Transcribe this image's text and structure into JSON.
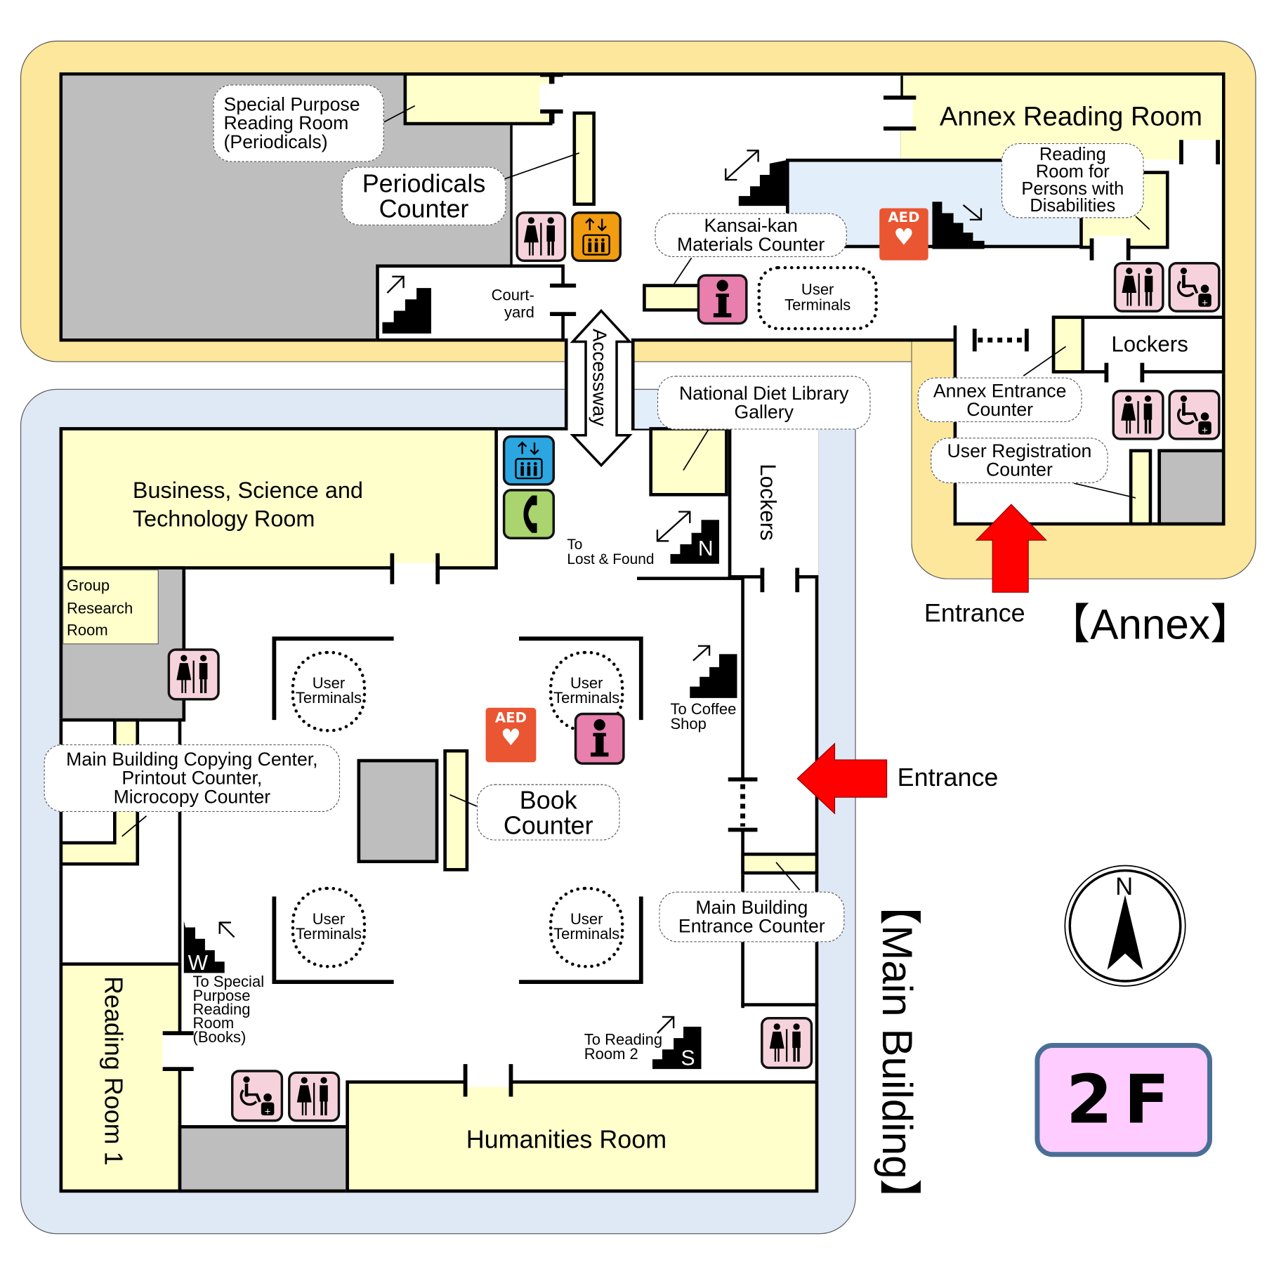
{
  "floor": {
    "label": "2F",
    "badge_bg": "#ffccff",
    "badge_border": "#4a6f96"
  },
  "compass": {
    "north_label": "N"
  },
  "colors": {
    "annex_frame": "#fde79c",
    "main_frame": "#dfe9f5",
    "room_fill": "#ffffcc",
    "staff_area": "#bebebe",
    "entrance_arrow": "#ff0000",
    "elevator_annex": "#f29c11",
    "elevator_main": "#2ca6e0",
    "phone": "#a9d46e",
    "info": "#e87fad",
    "aed": "#ea5532",
    "restroom": "#f6d3dc"
  },
  "buildings": {
    "annex": "【Annex】",
    "main": "【Main Building】"
  },
  "annex": {
    "rooms": {
      "annex_reading_room": "Annex Reading Room",
      "lockers": "Lockers",
      "courtyard": "Court-\nyard"
    },
    "callouts": {
      "special_purpose_periodicals": "Special Purpose\nReading Room\n(Periodicals)",
      "periodicals_counter": "Periodicals\nCounter",
      "kansai_kan": "Kansai-kan\nMaterials Counter",
      "disabilities_room": "Reading\nRoom for\nPersons with\nDisabilities",
      "annex_entrance_counter": "Annex Entrance\nCounter",
      "user_registration_counter": "User Registration\nCounter"
    },
    "user_terminals": "User\nTerminals",
    "entrance": "Entrance"
  },
  "connector": {
    "accessway": "Accessway"
  },
  "main": {
    "rooms": {
      "business_science": "Business, Science and\nTechnology Room",
      "group_research": "Group\nResearch\nRoom",
      "reading_room_1": "Reading Room 1",
      "humanities": "Humanities Room",
      "lockers": "Lockers"
    },
    "callouts": {
      "gallery": "National Diet Library\nGallery",
      "copying_center": "Main Building Copying Center,\nPrintout Counter,\nMicrocopy Counter",
      "book_counter": "Book\nCounter",
      "main_entrance_counter": "Main Building\nEntrance Counter"
    },
    "stairs": {
      "north": {
        "letter": "N",
        "label": "To\nLost & Found"
      },
      "coffee": {
        "label": "To Coffee\nShop"
      },
      "west": {
        "letter": "W",
        "label": "To Special\nPurpose\nReading\nRoom\n(Books)"
      },
      "south": {
        "letter": "S",
        "label": "To Reading\nRoom 2"
      }
    },
    "user_terminals": [
      "User\nTerminals",
      "User\nTerminals",
      "User\nTerminals",
      "User\nTerminals"
    ],
    "entrance": "Entrance"
  },
  "icons": {
    "aed_label": "AED"
  }
}
